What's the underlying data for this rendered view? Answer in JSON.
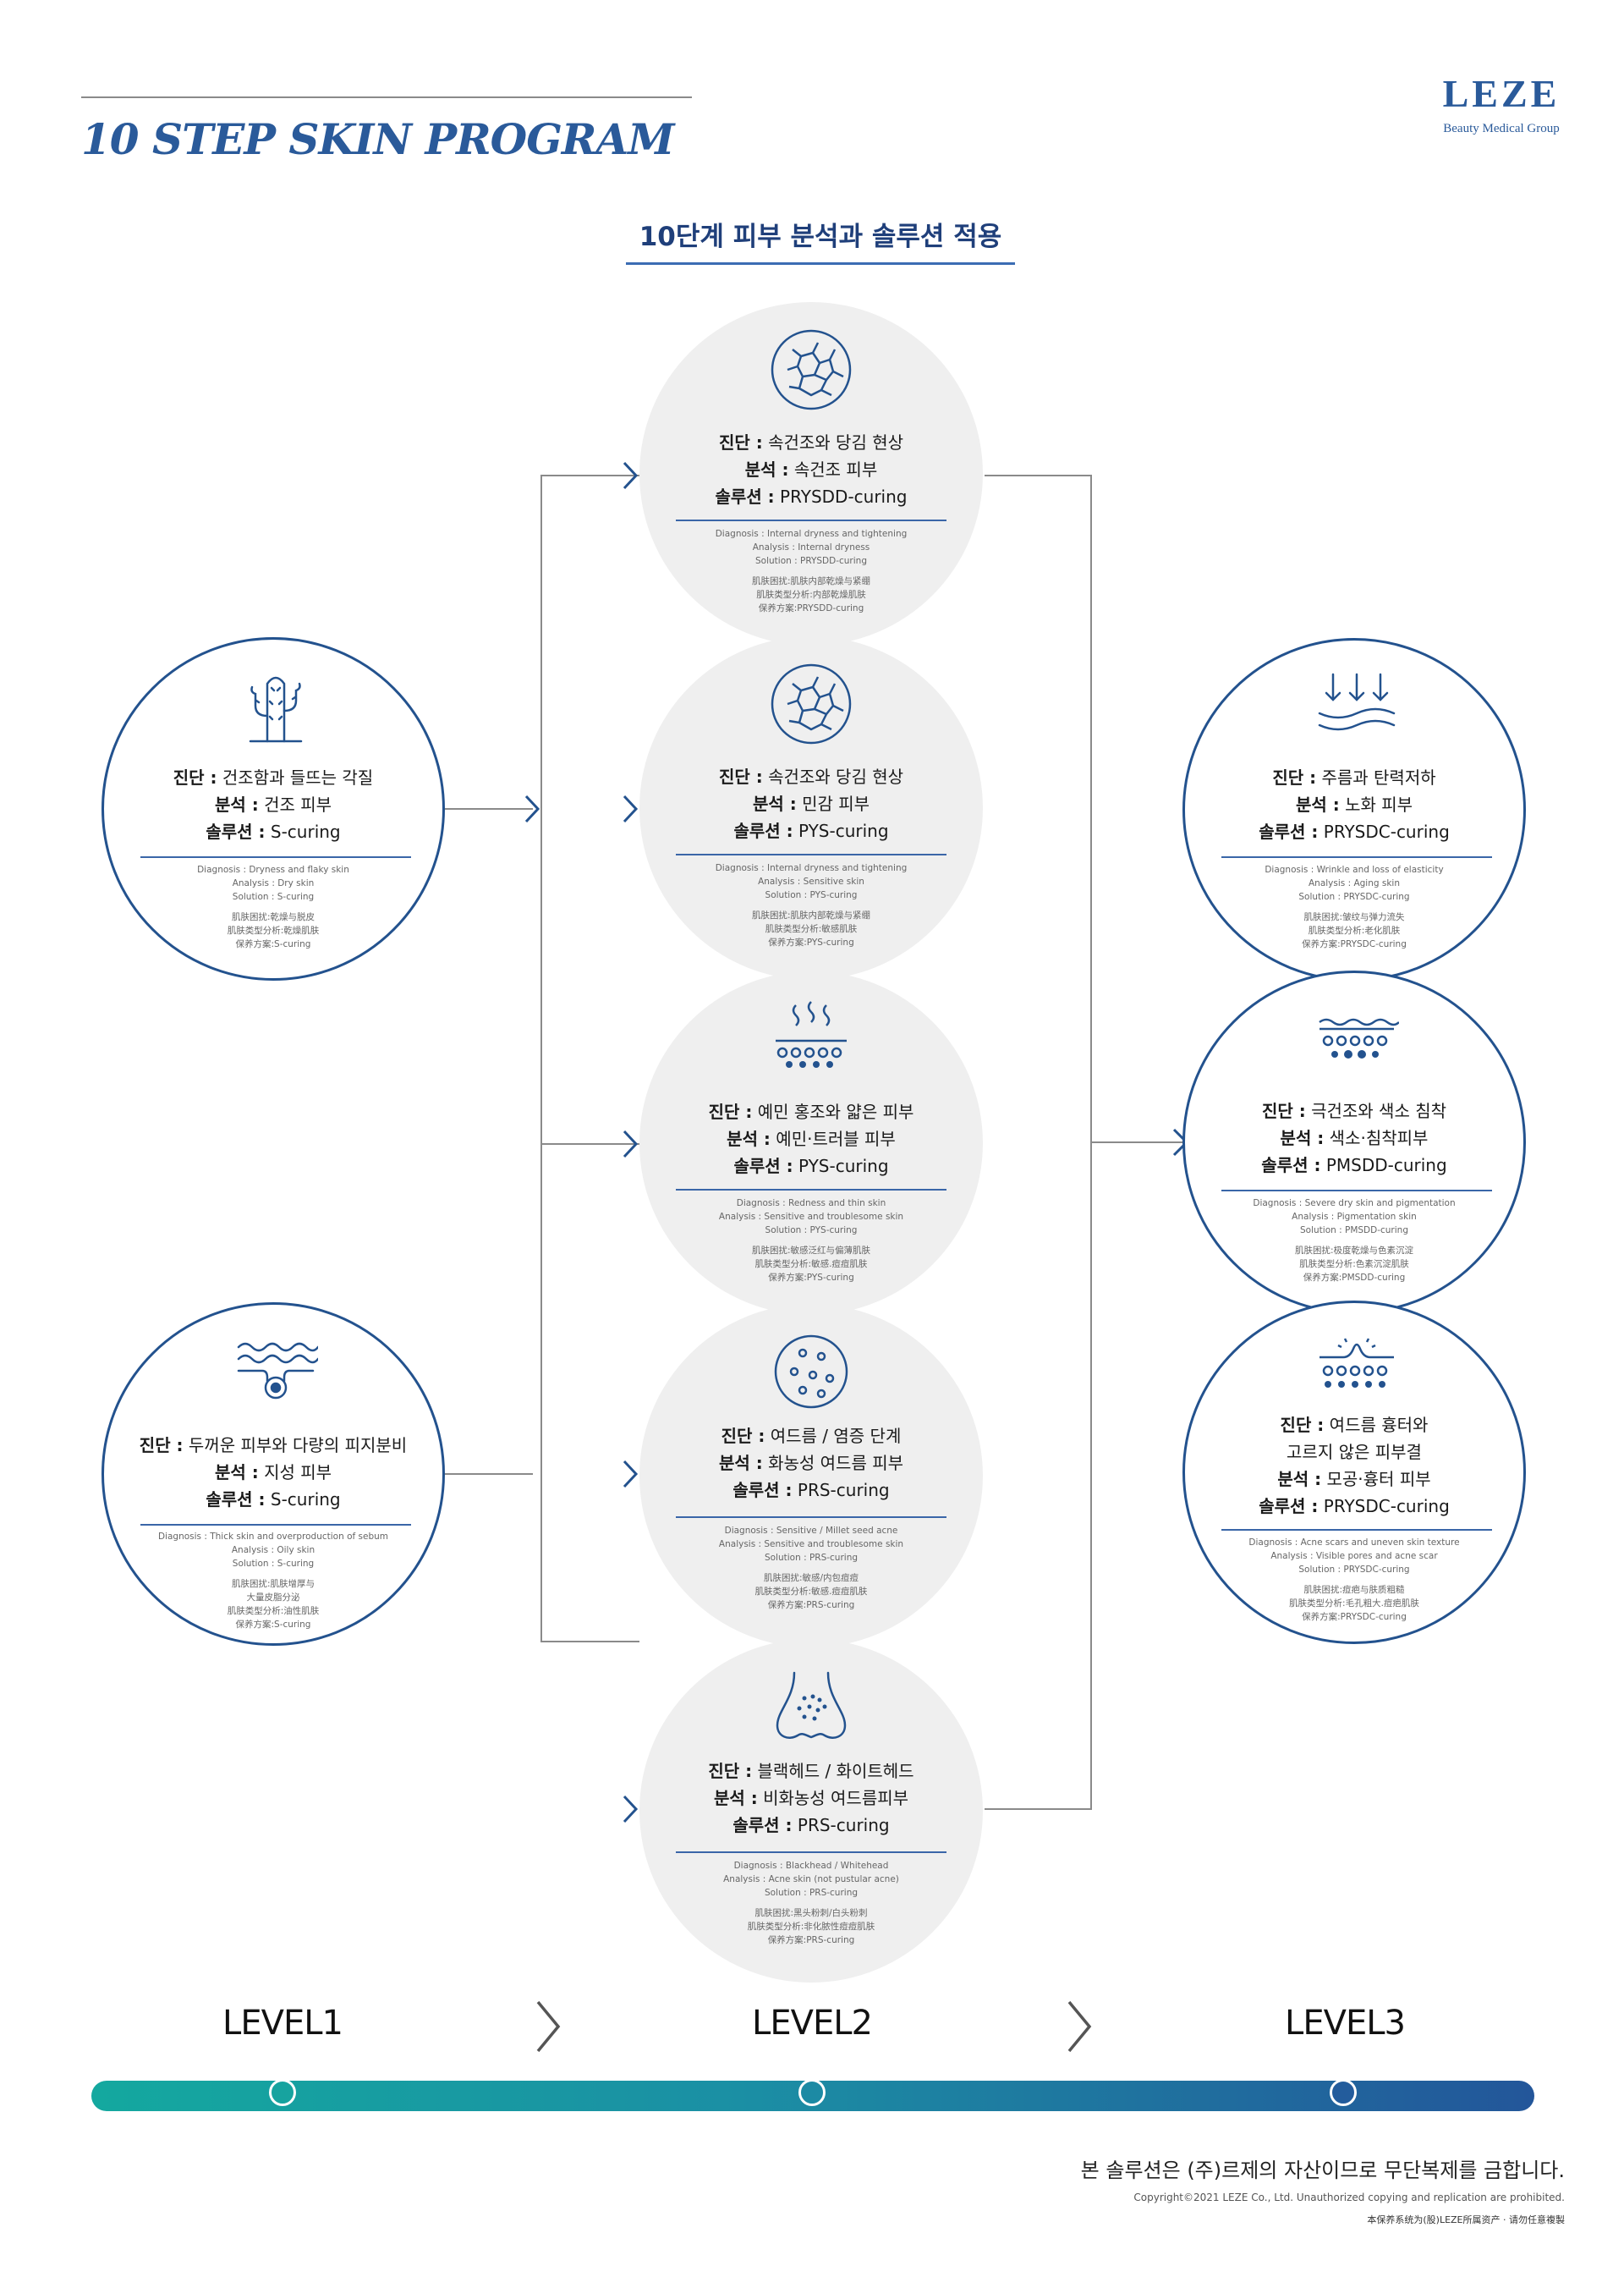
{
  "header": {
    "title": "10 STEP SKIN PROGRAM",
    "logo": "LEZE",
    "logo_sub": "Beauty Medical Group",
    "subtitle": "10단계 피부 분석과 솔루션 적용"
  },
  "labels": {
    "diagnosis": "진단 :",
    "analysis": "분석 :",
    "solution": "솔루션 :"
  },
  "nodes": [
    {
      "icon": "cracked-skin-icon",
      "diag": "속건조와 당김 현상",
      "anal": "속건조 피부",
      "sol": "PRYSDD-curing",
      "en": [
        "Diagnosis : Internal dryness and tightening",
        "Analysis : Internal dryness",
        "Solution : PRYSDD-curing"
      ],
      "cn": [
        "肌肤困扰:肌肤内部乾燥与紧绷",
        "肌肤类型分析:内部乾燥肌肤",
        "保养方案:PRYSDD-curing"
      ]
    },
    {
      "icon": "cracked-skin-icon",
      "diag": "속건조와 당김 현상",
      "anal": "민감 피부",
      "sol": "PYS-curing",
      "en": [
        "Diagnosis : Internal dryness and tightening",
        "Analysis : Sensitive skin",
        "Solution : PYS-curing"
      ],
      "cn": [
        "肌肤困扰:肌肤内部乾燥与紧绷",
        "肌肤类型分析:敏感肌肤",
        "保养方案:PYS-curing"
      ]
    },
    {
      "icon": "heat-skin-icon",
      "diag": "예민 홍조와 얇은 피부",
      "anal": "예민·트러블 피부",
      "sol": "PYS-curing",
      "en": [
        "Diagnosis : Redness and thin skin",
        "Analysis : Sensitive and troublesome skin",
        "Solution : PYS-curing"
      ],
      "cn": [
        "肌肤困扰:敏感泛红与偏薄肌肤",
        "肌肤类型分析:敏感.痘痘肌肤",
        "保养方案:PYS-curing"
      ]
    },
    {
      "icon": "acne-dots-icon",
      "diag": "여드름 / 염증 단계",
      "anal": "화농성 여드름 피부",
      "sol": "PRS-curing",
      "en": [
        "Diagnosis : Sensitive / Millet seed acne",
        "Analysis : Sensitive and troublesome skin",
        "Solution : PRS-curing"
      ],
      "cn": [
        "肌肤困扰:敏感/内包痘痘",
        "肌肤类型分析:敏感.痘痘肌肤",
        "保养方案:PRS-curing"
      ]
    },
    {
      "icon": "nose-icon",
      "diag": "블랙헤드 / 화이트헤드",
      "anal": "비화농성 여드름피부",
      "sol": "PRS-curing",
      "en": [
        "Diagnosis : Blackhead / Whitehead",
        "Analysis : Acne skin (not pustular acne)",
        "Solution : PRS-curing"
      ],
      "cn": [
        "肌肤困扰:黑头粉刺/白头粉刺",
        "肌肤类型分析:非化脓性痘痘肌肤",
        "保养方案:PRS-curing"
      ]
    },
    {
      "icon": "cactus-icon",
      "diag": "건조함과 들뜨는 각질",
      "anal": "건조 피부",
      "sol": "S-curing",
      "en": [
        "Diagnosis : Dryness and flaky skin",
        "Analysis : Dry skin",
        "Solution : S-curing"
      ],
      "cn": [
        "肌肤困扰:乾燥与脱皮",
        "肌肤类型分析:乾燥肌肤",
        "保养方案:S-curing"
      ]
    },
    {
      "icon": "sebum-pore-icon",
      "diag": "두꺼운 피부와 다량의 피지분비",
      "anal": "지성 피부",
      "sol": "S-curing",
      "en": [
        "Diagnosis : Thick skin and overproduction of sebum",
        "Analysis : Oily skin",
        "Solution : S-curing"
      ],
      "cn": [
        "肌肤困扰:肌肤增厚与",
        "大量皮脂分泌",
        "肌肤类型分析:油性肌肤",
        "保养方案:S-curing"
      ]
    },
    {
      "icon": "down-arrows-icon",
      "diag": "주름과 탄력저하",
      "anal": "노화 피부",
      "sol": "PRYSDC-curing",
      "en": [
        "Diagnosis : Wrinkle and loss of elasticity",
        "Analysis : Aging skin",
        "Solution : PRYSDC-curing"
      ],
      "cn": [
        "肌肤困扰:皱纹与弹力流失",
        "肌肤类型分析:老化肌肤",
        "保养方案:PRYSDC-curing"
      ]
    },
    {
      "icon": "pigment-icon",
      "diag": "극건조와 색소 침착",
      "anal": "색소·침착피부",
      "sol": "PMSDD-curing",
      "en": [
        "Diagnosis : Severe dry skin and pigmentation",
        "Analysis : Pigmentation skin",
        "Solution : PMSDD-curing"
      ],
      "cn": [
        "肌肤困扰:极度乾燥与色素沉淀",
        "肌肤类型分析:色素沉淀肌肤",
        "保养方案:PMSDD-curing"
      ]
    },
    {
      "icon": "scar-bump-icon",
      "diag": "여드름 흉터와",
      "diag2": "고르지 않은 피부결",
      "anal": "모공·흉터 피부",
      "sol": "PRYSDC-curing",
      "en": [
        "Diagnosis : Acne scars and uneven skin texture",
        "Analysis : Visible pores and acne scar",
        "Solution : PRYSDC-curing"
      ],
      "cn": [
        "肌肤困扰:痘疤与肤质粗糙",
        "肌肤类型分析:毛孔粗大.痘疤肌肤",
        "保养方案:PRYSDC-curing"
      ]
    }
  ],
  "levels": [
    "LEVEL1",
    "LEVEL2",
    "LEVEL3"
  ],
  "colors": {
    "navy": "#23528e",
    "title_blue": "#2a5a9a",
    "bar_start": "#14a89f",
    "bar_end": "#23569a"
  },
  "footer": {
    "line1": "본 솔루션은 (주)르제의 자산이므로 무단복제를 금합니다.",
    "line2": "Copyright©2021 LEZE Co., Ltd. Unauthorized copying and replication are prohibited.",
    "line3": "本保养系统为(股)LEZE所属资产 · 请勿任意複製"
  }
}
